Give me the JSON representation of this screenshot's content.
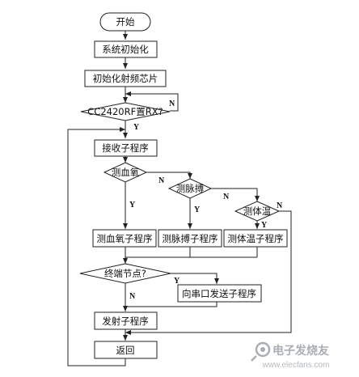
{
  "flowchart": {
    "nodes": {
      "start": "开始",
      "sys_init": "系统初始化",
      "rf_init": "初始化射频芯片",
      "cc2420": "CC2420RF置RX?",
      "receive": "接收子程序",
      "spo2_check": "测血氧",
      "pulse_check": "测脉搏",
      "temp_check": "测体温",
      "spo2_proc": "测血氧子程序",
      "pulse_proc": "测脉搏子程序",
      "temp_proc": "测体温子程序",
      "terminal": "终端节点?",
      "serial": "向串口发送子程序",
      "send": "发射子程序",
      "return": "返回"
    },
    "edge_labels": {
      "cc2420_no": "N",
      "cc2420_yes": "Y",
      "spo2_yes": "Y",
      "spo2_no": "N",
      "pulse_yes": "Y",
      "pulse_no": "N",
      "temp_yes": "Y",
      "temp_no": "N",
      "terminal_yes": "Y",
      "terminal_no": "N"
    }
  },
  "watermark": {
    "title": "电子发烧友",
    "url": "www.elecfans.com"
  },
  "colors": {
    "stroke": "#222222",
    "watermark": "#9aa0a6"
  }
}
